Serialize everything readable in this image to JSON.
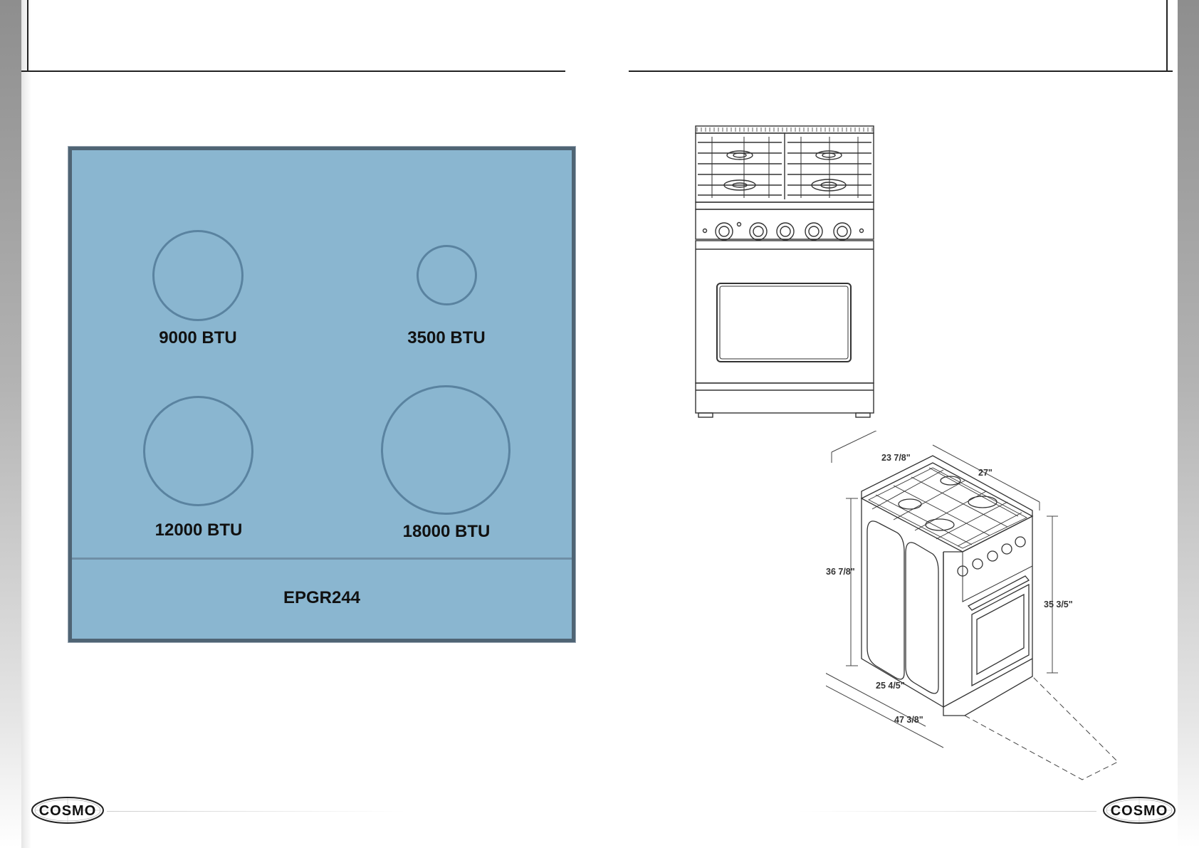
{
  "cooktop": {
    "burners": [
      {
        "label": "9000 BTU"
      },
      {
        "label": "3500 BTU"
      },
      {
        "label": "12000 BTU"
      },
      {
        "label": "18000 BTU"
      }
    ],
    "model": "EPGR244"
  },
  "dimensions": {
    "width": "23 7/8\"",
    "depth": "27\"",
    "height_total": "36 7/8\"",
    "height_cooktop": "35 3/5\"",
    "depth_body": "25 4/5\"",
    "depth_door_open": "47 3/8\""
  },
  "branding": {
    "logo_left": "COSMO",
    "logo_right": "COSMO"
  },
  "icons": [
    "range-front-view-icon",
    "range-isometric-view-icon",
    "cosmo-logo-icon"
  ]
}
